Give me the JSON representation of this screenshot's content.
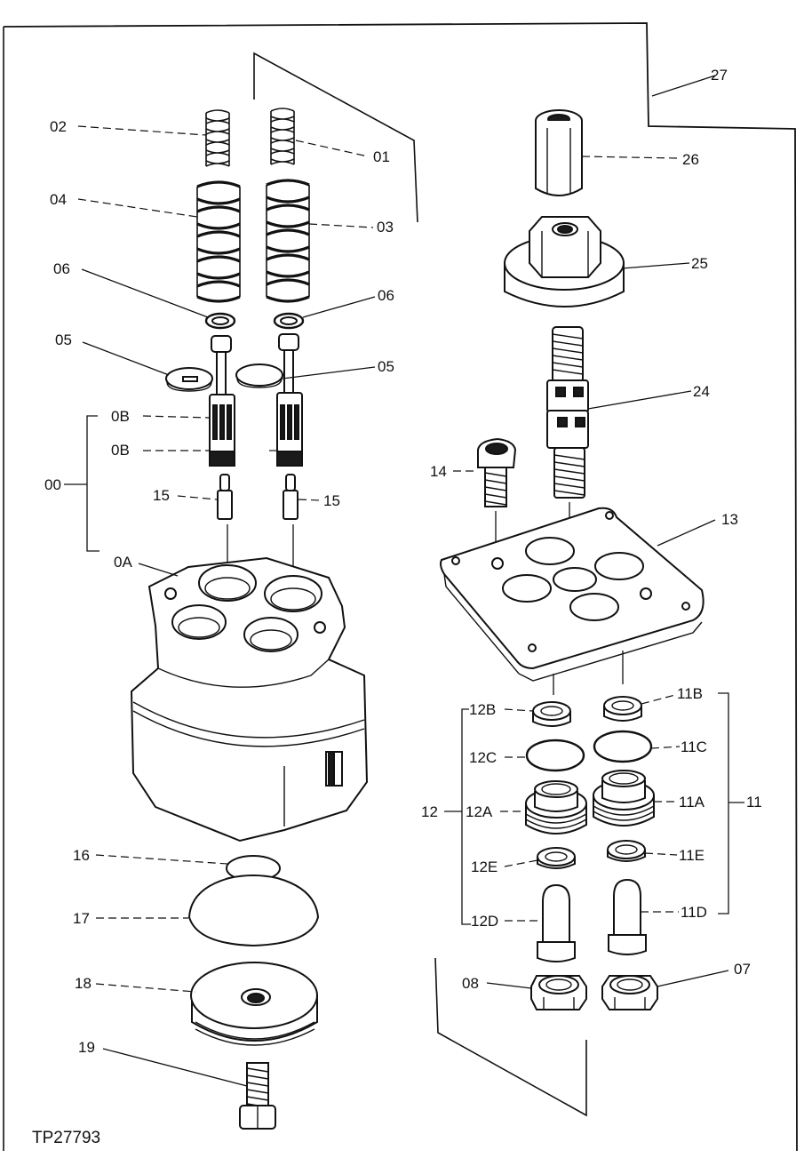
{
  "figure_id": "TP27793",
  "labels": {
    "l01": "01",
    "l02": "02",
    "l03": "03",
    "l04": "04",
    "l05a": "05",
    "l05b": "05",
    "l06a": "06",
    "l06b": "06",
    "l0Ba": "0B",
    "l0Bb": "0B",
    "l00": "00",
    "l0A": "0A",
    "l15a": "15",
    "l15b": "15",
    "l16": "16",
    "l17": "17",
    "l18": "18",
    "l19": "19",
    "l14": "14",
    "l13": "13",
    "l24": "24",
    "l25": "25",
    "l26": "26",
    "l27": "27",
    "l12B": "12B",
    "l12C": "12C",
    "l12": "12",
    "l12A": "12A",
    "l12E": "12E",
    "l12D": "12D",
    "l11B": "11B",
    "l11C": "11C",
    "l11A": "11A",
    "l11": "11",
    "l11E": "11E",
    "l11D": "11D",
    "l08": "08",
    "l07": "07"
  }
}
